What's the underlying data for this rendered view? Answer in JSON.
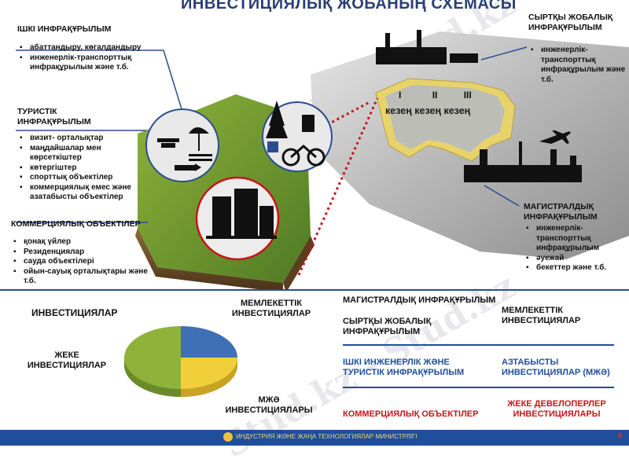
{
  "title": "ИНВЕСТИЦИЯЛЫҚ ЖОБАНЫҢ СХЕМАСЫ",
  "watermark": "Stud.kz - Stud.kz",
  "inner_infra": {
    "heading": "ІШКІ ИНФРАҚҰРЫЛЫМ",
    "items": [
      "абаттандыру, көгалдандыру",
      "инженерлік-транспорттық инфрақұрылым және т.б."
    ]
  },
  "tourist_infra": {
    "heading_line1": "ТУРИСТІК",
    "heading_line2": "ИНФРАҚҰРЫЛЫМ",
    "items": [
      "визит- орталықтар",
      "маңдайшалар мен көрсеткіштер",
      "көтергіштер",
      "спорттық объектілер",
      "коммерциялық емес және азатабысты объектілер"
    ]
  },
  "commercial": {
    "heading": "КОММЕРЦИЯЛЫҚ ОБЪЕКТІЛЕР",
    "items": [
      "қонақ үйлер",
      "Резиденциялар",
      "сауда объектілері",
      "ойын-сауық орталықтары және т.б."
    ]
  },
  "outer_infra": {
    "heading_line1": "СЫРТҚЫ ЖОБАЛЫҚ",
    "heading_line2": "ИНФРАҚҰРЫЛЫМ",
    "items": [
      "инженерлік-транспорттық инфрақұрылым және т.б."
    ]
  },
  "main_infra": {
    "heading_line1": "МАГИСТРАЛДЫҚ",
    "heading_line2": "ИНФРАҚҰРЫЛЫМ",
    "items": [
      "инженерлік-транспорттық инфрақұрылым",
      "әуежай",
      "бекеттер және т.б."
    ]
  },
  "stages": {
    "numerals": [
      "І",
      "ІІ",
      "ІІІ"
    ],
    "label": "кезең кезең кезең"
  },
  "investments": {
    "heading": "ИНВЕСТИЦИЯЛАР",
    "state_label": "МЕМЛЕКЕТТІК ИНВЕСТИЦИЯЛАР",
    "private_label": "ЖЕКЕ ИНВЕСТИЦИЯЛАР",
    "ppp_label": "МЖӘ ИНВЕСТИЦИЯЛАРЫ",
    "pie_colors": [
      "#8fb23a",
      "#3f6fb5",
      "#f1cf3a"
    ]
  },
  "table": {
    "row1_left_a": "МАГИСТРАЛДЫҚ ИНФРАҚҰРЫЛЫМ",
    "row1_left_b": "СЫРТҚЫ ЖОБАЛЫҚ ИНФРАҚҰРЫЛЫМ",
    "row1_right": "МЕМЛЕКЕТТІК ИНВЕСТИЦИЯЛАР",
    "row2_left": "ІШКІ ИНЖЕНЕРЛІК ЖӘНЕ ТУРИСТІК ИНФРАҚҰРЫЛЫМ",
    "row2_right": "АЗТАБЫСТЫ ИНВЕСТИЦИЯЛАР  (МЖӘ)",
    "row3_left": "КОММЕРЦИЯЛЫҚ ОБЪЕКТІЛЕР",
    "row3_right": "ЖЕКЕ ДЕВЕЛОПЕРЛЕР ИНВЕСТИЦИЯЛАРЫ"
  },
  "footer": {
    "text": "ИНДУСТРИЯ ЖӘНЕ ЖАҢА ТЕХНОЛОГИЯЛАР МИНИСТРЛІГІ",
    "page": "8"
  }
}
